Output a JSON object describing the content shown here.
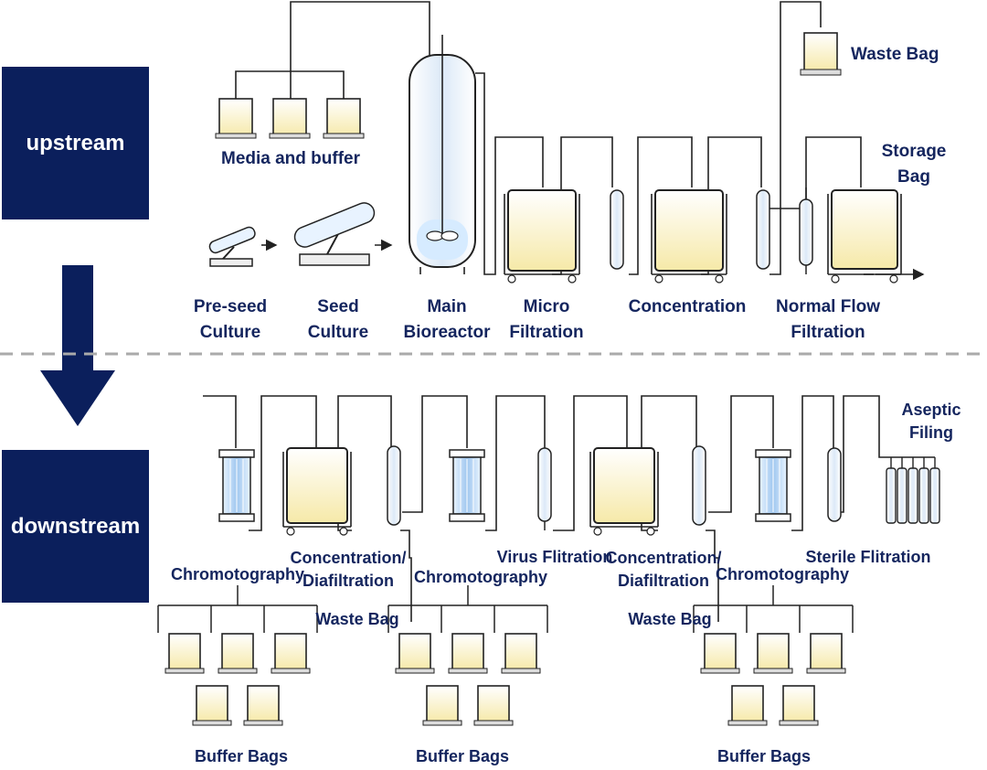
{
  "stages": {
    "upstream": "upstream",
    "downstream": "downstream"
  },
  "upstream": {
    "media_and_buffer": "Media and buffer",
    "pre_seed": [
      "Pre-seed",
      "Culture"
    ],
    "seed": [
      "Seed",
      "Culture"
    ],
    "main_bioreactor": [
      "Main",
      "Bioreactor"
    ],
    "micro_filtration": [
      "Micro",
      "Filtration"
    ],
    "concentration": "Concentration",
    "normal_flow_filtration": [
      "Normal Flow",
      "Filtration"
    ],
    "waste_bag": "Waste Bag",
    "storage_bag": [
      "Storage",
      "Bag"
    ]
  },
  "downstream": {
    "chromatography_1": "Chromotography",
    "conc_diafiltration_1": [
      "Concentration/",
      "Diafiltration"
    ],
    "waste_bag_1": "Waste Bag",
    "chromatography_2": "Chromotography",
    "virus_filtration": "Virus Flitration",
    "conc_diafiltration_2": [
      "Concentration/",
      "Diafiltration"
    ],
    "waste_bag_2": "Waste Bag",
    "chromatography_3": "Chromotography",
    "sterile_filtration": "Sterile Flitration",
    "aseptic_filing": [
      "Aseptic",
      "Filing"
    ],
    "buffer_bags_1": "Buffer Bags",
    "buffer_bags_2": "Buffer Bags",
    "buffer_bags_3": "Buffer Bags"
  },
  "colors": {
    "stage_box": "#0b1f5c",
    "label_text": "#14255e",
    "liquid": "#fbf3c6",
    "column_fill": "#bcd8f5",
    "line": "#222222",
    "divider": "#aaaaaa"
  }
}
